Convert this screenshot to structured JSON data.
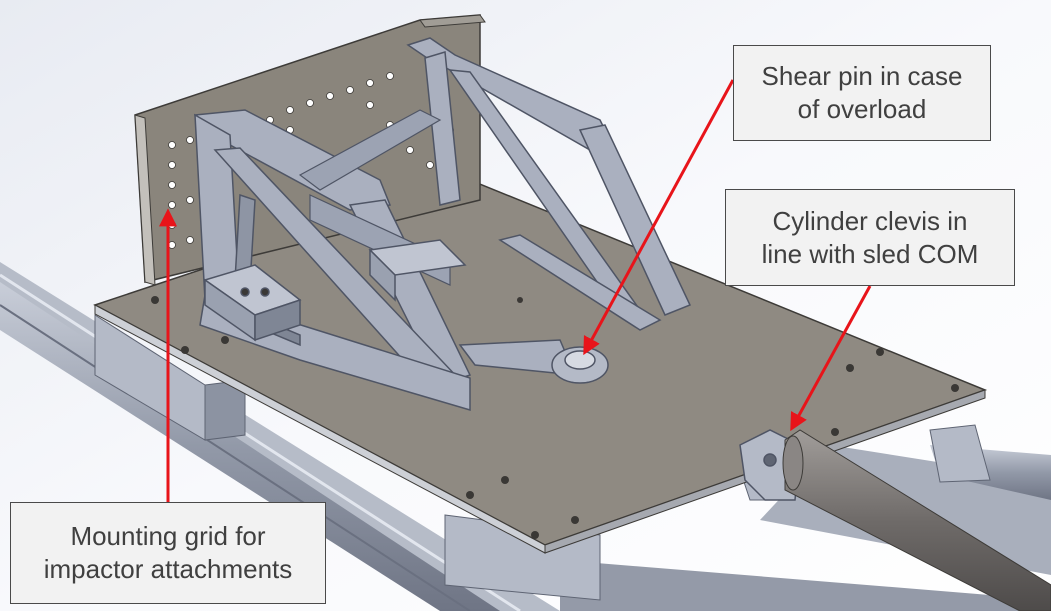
{
  "callouts": {
    "shear_pin": {
      "line1": "Shear pin in case",
      "line2": "of overload"
    },
    "cylinder_clevis": {
      "line1": "Cylinder clevis in",
      "line2": "line with sled COM"
    },
    "mounting_grid": {
      "line1": "Mounting grid for",
      "line2": "impactor attachments"
    }
  },
  "colors": {
    "arrow": "#e8141a",
    "plate": "#8f8a82",
    "frame": "#aab0bf",
    "rail": "#9ca3b1",
    "cylinder": "#7b7775",
    "grid_plate": "#8a857c",
    "background": "#ffffff"
  }
}
